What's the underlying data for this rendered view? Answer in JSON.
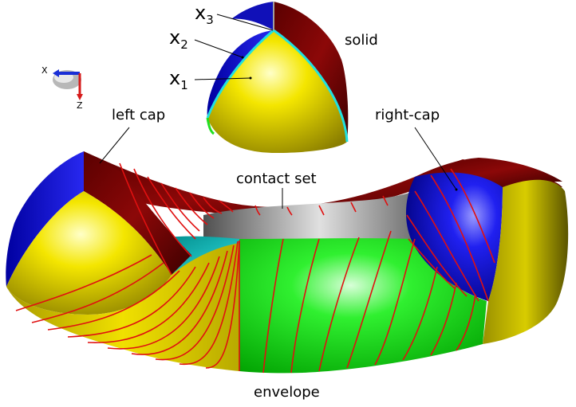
{
  "labels": {
    "x3": "x",
    "x3_sub": "3",
    "x2": "x",
    "x2_sub": "2",
    "x1": "x",
    "x1_sub": "1",
    "solid": "solid",
    "left_cap": "left cap",
    "right_cap": "right-cap",
    "contact_set": "contact set",
    "envelope": "envelope"
  },
  "axis_widget": {
    "x_label": "X",
    "z_label": "Z",
    "x_color": "#1a2fd6",
    "z_color": "#d61a1a"
  },
  "colors": {
    "yellow": "#e8d800",
    "blue": "#1010d0",
    "dark_red": "#7a0000",
    "green": "#10e010",
    "gray": "#8a8a8a",
    "cyan": "#10d0d0",
    "sweep_lines": "#e01010",
    "solid_edge": "#20e0e0"
  }
}
